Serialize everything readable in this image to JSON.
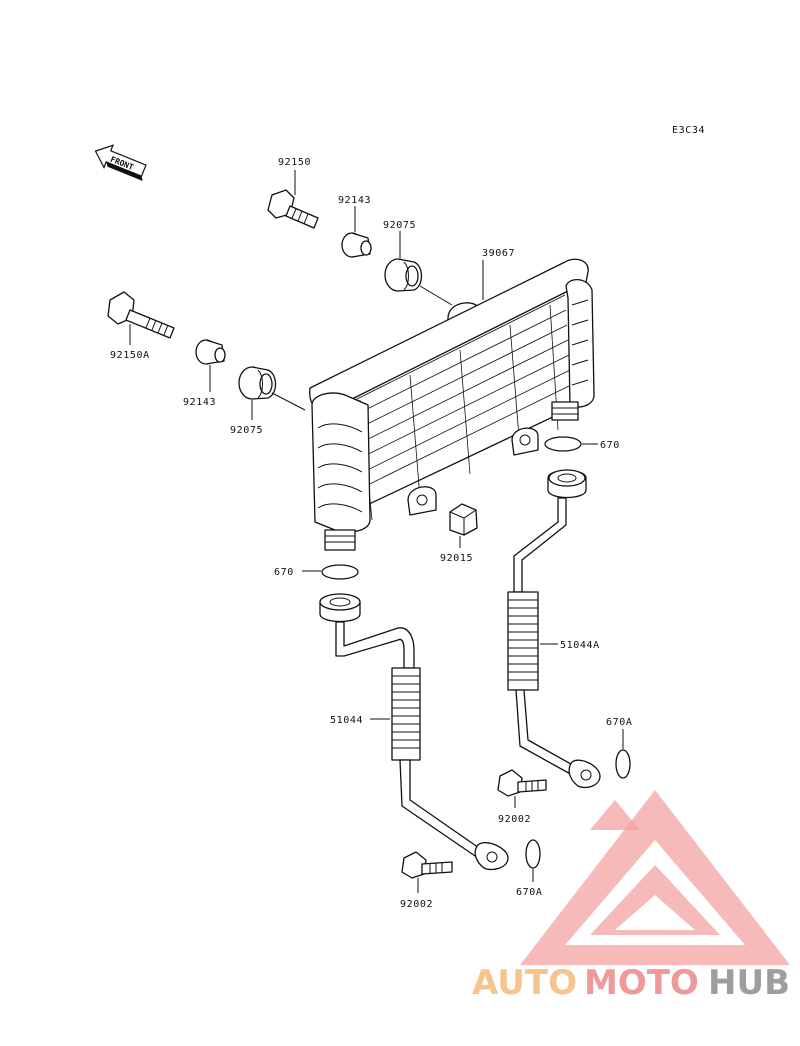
{
  "diagram_code": "E3C34",
  "front_label": "FRONT",
  "watermark": {
    "auto": "AUTO",
    "moto": "MOTO",
    "hub": "HUB",
    "color_auto": "#f6c48f",
    "color_moto": "#ef9a9a",
    "color_hub": "#9e9e9e"
  },
  "labels": {
    "p92150": "92150",
    "p92143_top": "92143",
    "p92075_top": "92075",
    "p39067": "39067",
    "p92150a": "92150A",
    "p92143_left": "92143",
    "p92075_left": "92075",
    "p670_right": "670",
    "p92015": "92015",
    "p670_left": "670",
    "p51044a": "51044A",
    "p670a_right": "670A",
    "p51044": "51044",
    "p92002_right": "92002",
    "p670a_bottom": "670A",
    "p92002_bottom": "92002"
  }
}
